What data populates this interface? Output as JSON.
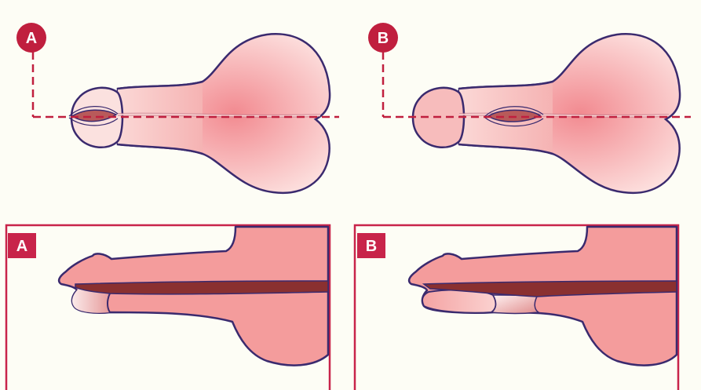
{
  "panels": {
    "top_left": {
      "label": "A"
    },
    "top_right": {
      "label": "B"
    },
    "bottom_left": {
      "label": "A"
    },
    "bottom_right": {
      "label": "B"
    }
  },
  "colors": {
    "background": "#fdfdf5",
    "outline": "#3a2a6e",
    "body_fill": "#f2a6a6",
    "body_fill_light": "#fbd9d6",
    "section_fill": "#f49c9c",
    "channel": "#8a3030",
    "marker": "#c01f3e",
    "frame": "#c8244a"
  }
}
